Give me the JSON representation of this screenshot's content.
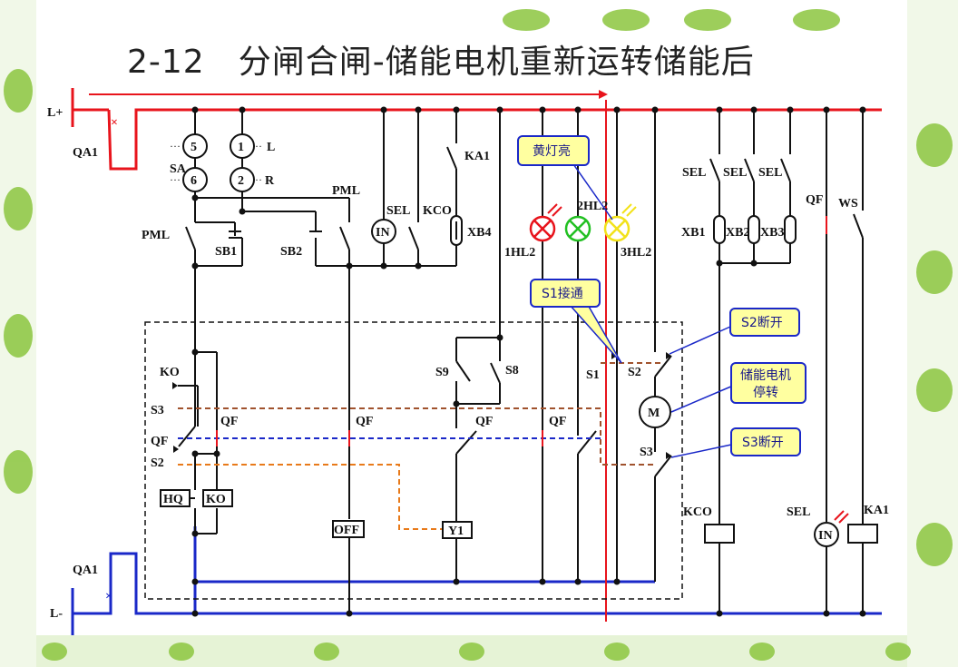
{
  "title": "2-12　分闸合闸-储能电机重新运转储能后",
  "rails": {
    "pos": "L+",
    "neg": "L-"
  },
  "labels": {
    "qa1_top": "QA1",
    "qa1_bottom": "QA1",
    "c5": "5",
    "c1": "1",
    "c6": "6",
    "c2": "2",
    "l": "L",
    "r": "R",
    "sa": "SA",
    "pml_left": "PML",
    "pml_right": "PML",
    "sb1": "SB1",
    "sb2": "SB2",
    "in_left": "IN",
    "sel_left": "SEL",
    "kco_top": "KCO",
    "ka1_top": "KA1",
    "xb4": "XB4",
    "hl1": "1HL2",
    "hl2": "2HL2",
    "hl3": "3HL2",
    "sel1": "SEL",
    "sel2": "SEL",
    "sel3": "SEL",
    "xb1": "XB1",
    "xb2": "XB2",
    "xb3": "XB3",
    "qf_right": "QF",
    "ws": "WS",
    "ko": "KO",
    "s3_left": "S3",
    "qf_left": "QF",
    "s2_left": "S2",
    "qf_a": "QF",
    "qf_b": "QF",
    "qf_c": "QF",
    "qf_d": "QF",
    "s9": "S9",
    "s8": "S8",
    "s1": "S1",
    "s2_mid": "S2",
    "s3_mid": "S3",
    "hq": "HQ",
    "ko_box": "KO",
    "off": "OFF",
    "y1": "Y1",
    "m": "M",
    "kco_bottom": "KCO",
    "sel_bottom": "SEL",
    "in_bottom": "IN",
    "ka1_bottom": "KA1"
  },
  "callouts": {
    "yellow_lamp": "黄灯亮",
    "s1_on": "S1接通",
    "s2_off": "S2断开",
    "motor_stop_1": "储能电机",
    "motor_stop_2": "停转",
    "s3_off": "S3断开"
  },
  "colors": {
    "pos_rail": "#e8141c",
    "neg_rail": "#1a28c8",
    "wire": "#111111",
    "red_lamp": "#e8141c",
    "green_lamp": "#22c022",
    "yellow_lamp": "#f2e21a",
    "callout_fill": "#ffffa0",
    "callout_border": "#1a28c8",
    "dash_brown": "#a0522d",
    "dash_blue": "#1a28c8",
    "dash_orange": "#e87a1a"
  }
}
